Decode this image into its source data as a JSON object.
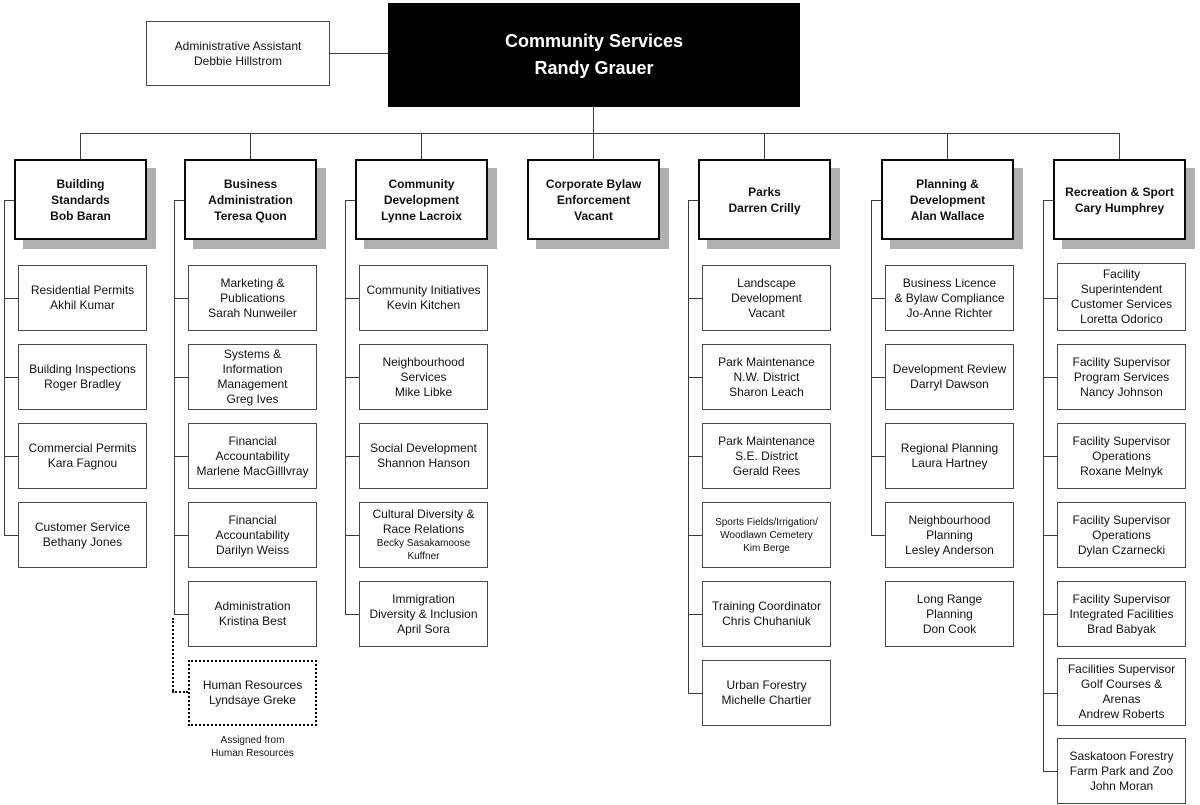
{
  "root": {
    "title": "Community Services",
    "name": "Randy Grauer"
  },
  "assistant": {
    "title": "Administrative Assistant",
    "name": "Debbie Hillstrom"
  },
  "note": {
    "lines": [
      "Assigned from",
      "Human Resources"
    ]
  },
  "columns": [
    {
      "head": {
        "title": [
          "Building",
          "Standards"
        ],
        "name": "Bob Baran"
      },
      "children": [
        {
          "title": [
            "Residential Permits"
          ],
          "name": "Akhil Kumar"
        },
        {
          "title": [
            "Building Inspections"
          ],
          "name": "Roger Bradley"
        },
        {
          "title": [
            "Commercial Permits"
          ],
          "name": "Kara Fagnou"
        },
        {
          "title": [
            "Customer Service"
          ],
          "name": "Bethany Jones"
        }
      ]
    },
    {
      "head": {
        "title": [
          "Business",
          "Administration"
        ],
        "name": "Teresa Quon"
      },
      "children": [
        {
          "title": [
            "Marketing &",
            "Publications"
          ],
          "name": "Sarah Nunweiler"
        },
        {
          "title": [
            "Systems &",
            "Information",
            "Management"
          ],
          "name": "Greg Ives"
        },
        {
          "title": [
            "Financial",
            "Accountability"
          ],
          "name": "Marlene MacGilllvray"
        },
        {
          "title": [
            "Financial",
            "Accountability"
          ],
          "name": "Darilyn Weiss"
        },
        {
          "title": [
            "Administration"
          ],
          "name": "Kristina Best"
        },
        {
          "title": [
            "Human Resources"
          ],
          "name": "Lyndsaye Greke"
        }
      ]
    },
    {
      "head": {
        "title": [
          "Community",
          "Development"
        ],
        "name": "Lynne Lacroix"
      },
      "children": [
        {
          "title": [
            "Community Initiatives"
          ],
          "name": "Kevin Kitchen"
        },
        {
          "title": [
            "Neighbourhood",
            "Services"
          ],
          "name": "Mike Libke"
        },
        {
          "title": [
            "Social Development"
          ],
          "name": "Shannon Hanson"
        },
        {
          "title": [
            "Cultural Diversity &",
            "Race Relations"
          ],
          "name": [
            "Becky Sasakamoose",
            "Kuffner"
          ]
        },
        {
          "title": [
            "Immigration",
            "Diversity & Inclusion"
          ],
          "name": "April Sora"
        }
      ]
    },
    {
      "head": {
        "title": [
          "Corporate Bylaw",
          "Enforcement"
        ],
        "name": "Vacant"
      },
      "children": []
    },
    {
      "head": {
        "title": [
          "Parks"
        ],
        "name": "Darren Crilly"
      },
      "children": [
        {
          "title": [
            "Landscape",
            "Development"
          ],
          "name": "Vacant"
        },
        {
          "title": [
            "Park Maintenance",
            "N.W. District"
          ],
          "name": "Sharon Leach"
        },
        {
          "title": [
            "Park Maintenance",
            "S.E. District"
          ],
          "name": "Gerald Rees"
        },
        {
          "title": [
            "Sports Fields/Irrigation/",
            "Woodlawn Cemetery"
          ],
          "name": "Kim Berge"
        },
        {
          "title": [
            "Training Coordinator"
          ],
          "name": "Chris Chuhaniuk"
        },
        {
          "title": [
            "Urban Forestry"
          ],
          "name": "Michelle Chartier"
        }
      ]
    },
    {
      "head": {
        "title": [
          "Planning &",
          "Development"
        ],
        "name": "Alan Wallace"
      },
      "children": [
        {
          "title": [
            "Business Licence",
            "& Bylaw Compliance"
          ],
          "name": "Jo-Anne Richter"
        },
        {
          "title": [
            "Development Review"
          ],
          "name": "Darryl Dawson"
        },
        {
          "title": [
            "Regional Planning"
          ],
          "name": "Laura Hartney"
        },
        {
          "title": [
            "Neighbourhood",
            "Planning"
          ],
          "name": "Lesley Anderson"
        },
        {
          "title": [
            "Long Range",
            "Planning"
          ],
          "name": "Don Cook"
        }
      ]
    },
    {
      "head": {
        "title": [
          "Recreation & Sport"
        ],
        "name": "Cary Humphrey"
      },
      "children": [
        {
          "title": [
            "Facility",
            "Superintendent",
            "Customer Services"
          ],
          "name": "Loretta Odorico"
        },
        {
          "title": [
            "Facility Supervisor",
            "Program Services"
          ],
          "name": "Nancy Johnson"
        },
        {
          "title": [
            "Facility Supervisor",
            "Operations"
          ],
          "name": "Roxane Melnyk"
        },
        {
          "title": [
            "Facility Supervisor",
            "Operations"
          ],
          "name": "Dylan Czarnecki"
        },
        {
          "title": [
            "Facility Supervisor",
            "Integrated Facilities"
          ],
          "name": "Brad Babyak"
        },
        {
          "title": [
            "Facilities Supervisor",
            "Golf Courses &",
            "Arenas"
          ],
          "name": "Andrew Roberts"
        },
        {
          "title": [
            "Saskatoon Forestry",
            "Farm Park and Zoo"
          ],
          "name": "John Moran"
        }
      ]
    }
  ]
}
